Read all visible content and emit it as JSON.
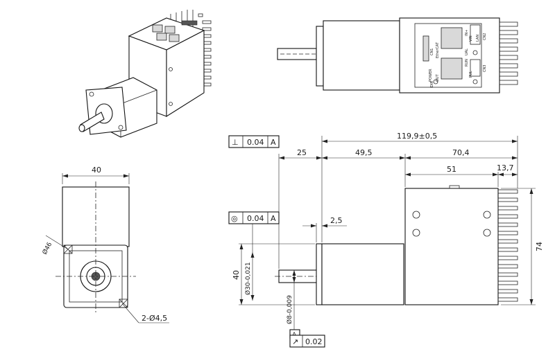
{
  "dimensions": {
    "overall_length": "119,9±0,5",
    "motor_length": "25",
    "gearbox_length": "49,5",
    "drive_length": "70,4",
    "heatsink_offset": "51",
    "heatsink_fin_length": "13,7",
    "shaft_step": "2,5",
    "height": "74",
    "flange_height": "40",
    "pilot_diameter": "Ø30-0,021",
    "shaft_diameter": "Ø8-0,009",
    "front_width": "40",
    "bolt_circle": "Ø46",
    "mounting_holes": "2-Ø4,5"
  },
  "tolerances": {
    "perpendicularity": {
      "symbol": "⊥",
      "value": "0.04",
      "datum": "A"
    },
    "concentricity": {
      "symbol": "◎",
      "value": "0.04",
      "datum": "A"
    },
    "runout": {
      "symbol": "↗",
      "value": "0.02"
    },
    "datum_label": "A"
  },
  "connector_labels": {
    "power": "POWER",
    "out": "OUT",
    "dir": "DIR",
    "ethercat": "EtherCAT",
    "run": "RUN",
    "ual": "UAL",
    "cn1": "CN1",
    "cn2": "CN2",
    "cn3": "CN3",
    "in_plus": "IN+",
    "vin": "VIN",
    "lan": "LAN",
    "pul": "PUL"
  }
}
